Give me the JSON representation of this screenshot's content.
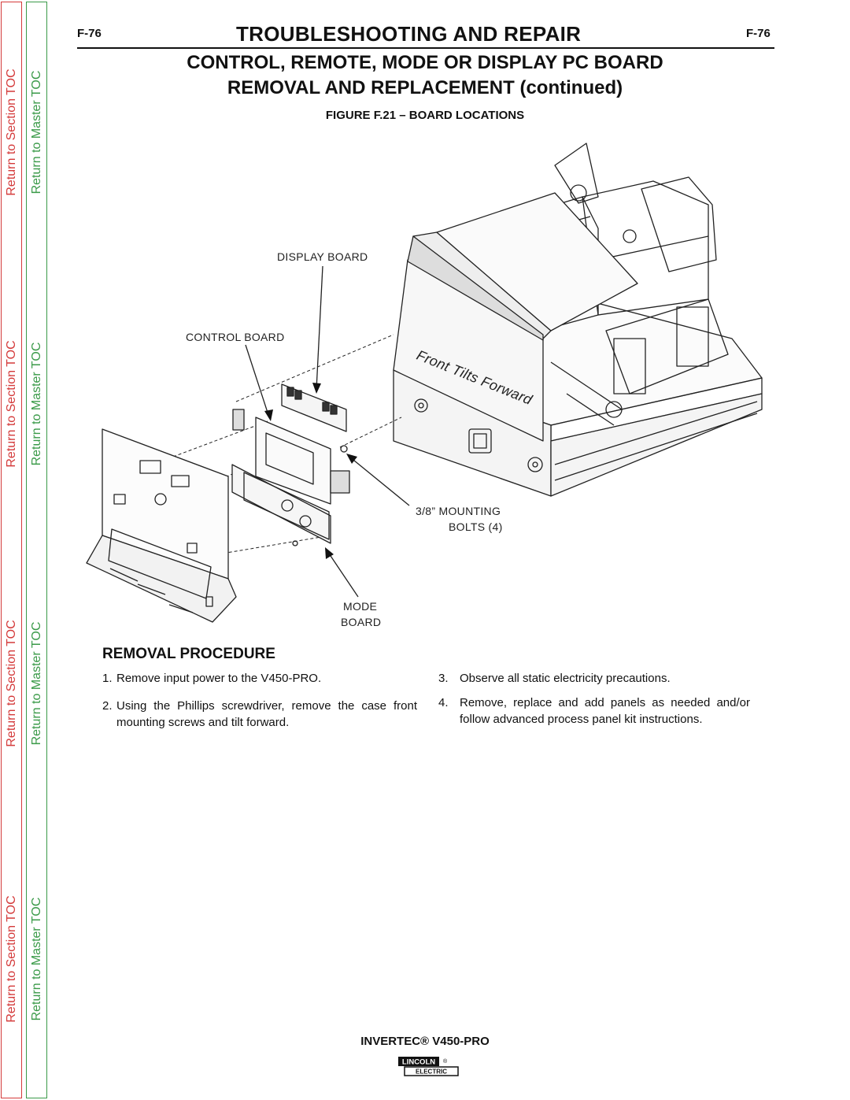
{
  "header": {
    "page_left": "F-76",
    "page_right": "F-76",
    "title": "TROUBLESHOOTING AND REPAIR",
    "subtitle_line1": "CONTROL, REMOTE, MODE OR DISPLAY PC BOARD",
    "subtitle_line2": "REMOVAL AND REPLACEMENT (continued)"
  },
  "figure": {
    "title": "FIGURE F.21 – BOARD LOCATIONS",
    "callouts": {
      "display_board": "DISPLAY BOARD",
      "control_board": "CONTROL BOARD",
      "front_tilts": "Front Tilts Forward",
      "mounting_line1": "3/8” MOUNTING",
      "mounting_line2": "BOLTS (4)",
      "mode_line1": "MODE",
      "mode_line2": "BOARD"
    }
  },
  "procedure": {
    "heading": "REMOVAL PROCEDURE",
    "steps": [
      {
        "num": "1.",
        "text": "Remove input power to the V450-PRO."
      },
      {
        "num": "2.",
        "text": "Using the Phillips screwdriver, remove the case front mounting screws and tilt forward."
      },
      {
        "num": "3.",
        "text": "Observe all static electricity precautions."
      },
      {
        "num": "4.",
        "text": "Remove, replace and add panels as needed and/or follow advanced process panel kit instructions."
      }
    ]
  },
  "toc": {
    "section": "Return to Section TOC",
    "master": "Return to Master TOC"
  },
  "footer": {
    "model": "INVERTEC® V450-PRO",
    "logo_top": "LINCOLN",
    "logo_bottom": "ELECTRIC",
    "logo_registered": "®"
  },
  "colors": {
    "section_toc": "#d43a3a",
    "master_toc": "#3a9a48"
  }
}
